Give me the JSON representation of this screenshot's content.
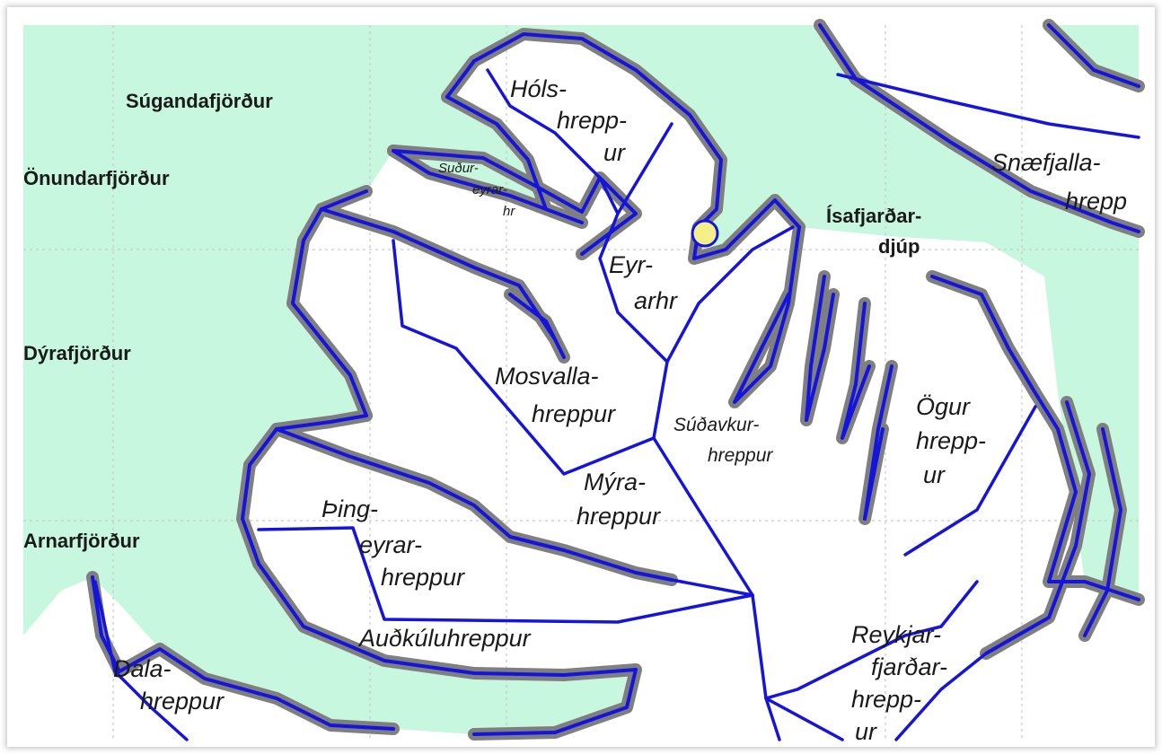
{
  "colors": {
    "sea": "#c8f7e0",
    "land": "#ffffff",
    "coast_outline": "#7f7f7f",
    "border": "#1414dd",
    "grid": "#c9c9c9",
    "marker": "#f5ef8a"
  },
  "water_bodies": [
    {
      "id": "sugandafjordur",
      "lines": [
        "Súgandafjörður"
      ]
    },
    {
      "id": "onundarfjordur",
      "lines": [
        "Önundarfjörður"
      ]
    },
    {
      "id": "dyrafjordur",
      "lines": [
        "Dýrafjörður"
      ]
    },
    {
      "id": "arnarfjordur",
      "lines": [
        "Arnarfjörður"
      ]
    },
    {
      "id": "isafjardardjup",
      "lines": [
        "Ísafjarðar-",
        "djúp"
      ]
    }
  ],
  "parishes": [
    {
      "id": "holshreppur",
      "lines": [
        "Hóls-",
        "hrepp-",
        "ur"
      ]
    },
    {
      "id": "sudureyrarhreppur",
      "lines": [
        "Suður-",
        "eyrar-",
        "hr"
      ]
    },
    {
      "id": "eyrarhreppur",
      "lines": [
        "Eyr-",
        "arhr"
      ]
    },
    {
      "id": "snaefjallahreppur",
      "lines": [
        "Snæfjalla-",
        "hrepp"
      ]
    },
    {
      "id": "mosvallahreppur",
      "lines": [
        "Mosvalla-",
        "hreppur"
      ]
    },
    {
      "id": "sudavikurhreppur",
      "lines": [
        "Súðavkur-",
        "hreppur"
      ]
    },
    {
      "id": "ogurhreppur",
      "lines": [
        "Ögur",
        "hrepp-",
        "ur"
      ]
    },
    {
      "id": "myrahreppur",
      "lines": [
        "Mýra-",
        "hreppur"
      ]
    },
    {
      "id": "thingeyrarhreppur",
      "lines": [
        "Þing-",
        "eyrar-",
        "hreppur"
      ]
    },
    {
      "id": "audkuluhreppur",
      "lines": [
        "Auðkúluhreppur"
      ]
    },
    {
      "id": "dalahreppur",
      "lines": [
        "Dala-",
        "hreppur"
      ]
    },
    {
      "id": "reykjarfjardarhreppur",
      "lines": [
        "Reykjar-",
        "fjarðar-",
        "hrepp-",
        "ur"
      ]
    }
  ]
}
